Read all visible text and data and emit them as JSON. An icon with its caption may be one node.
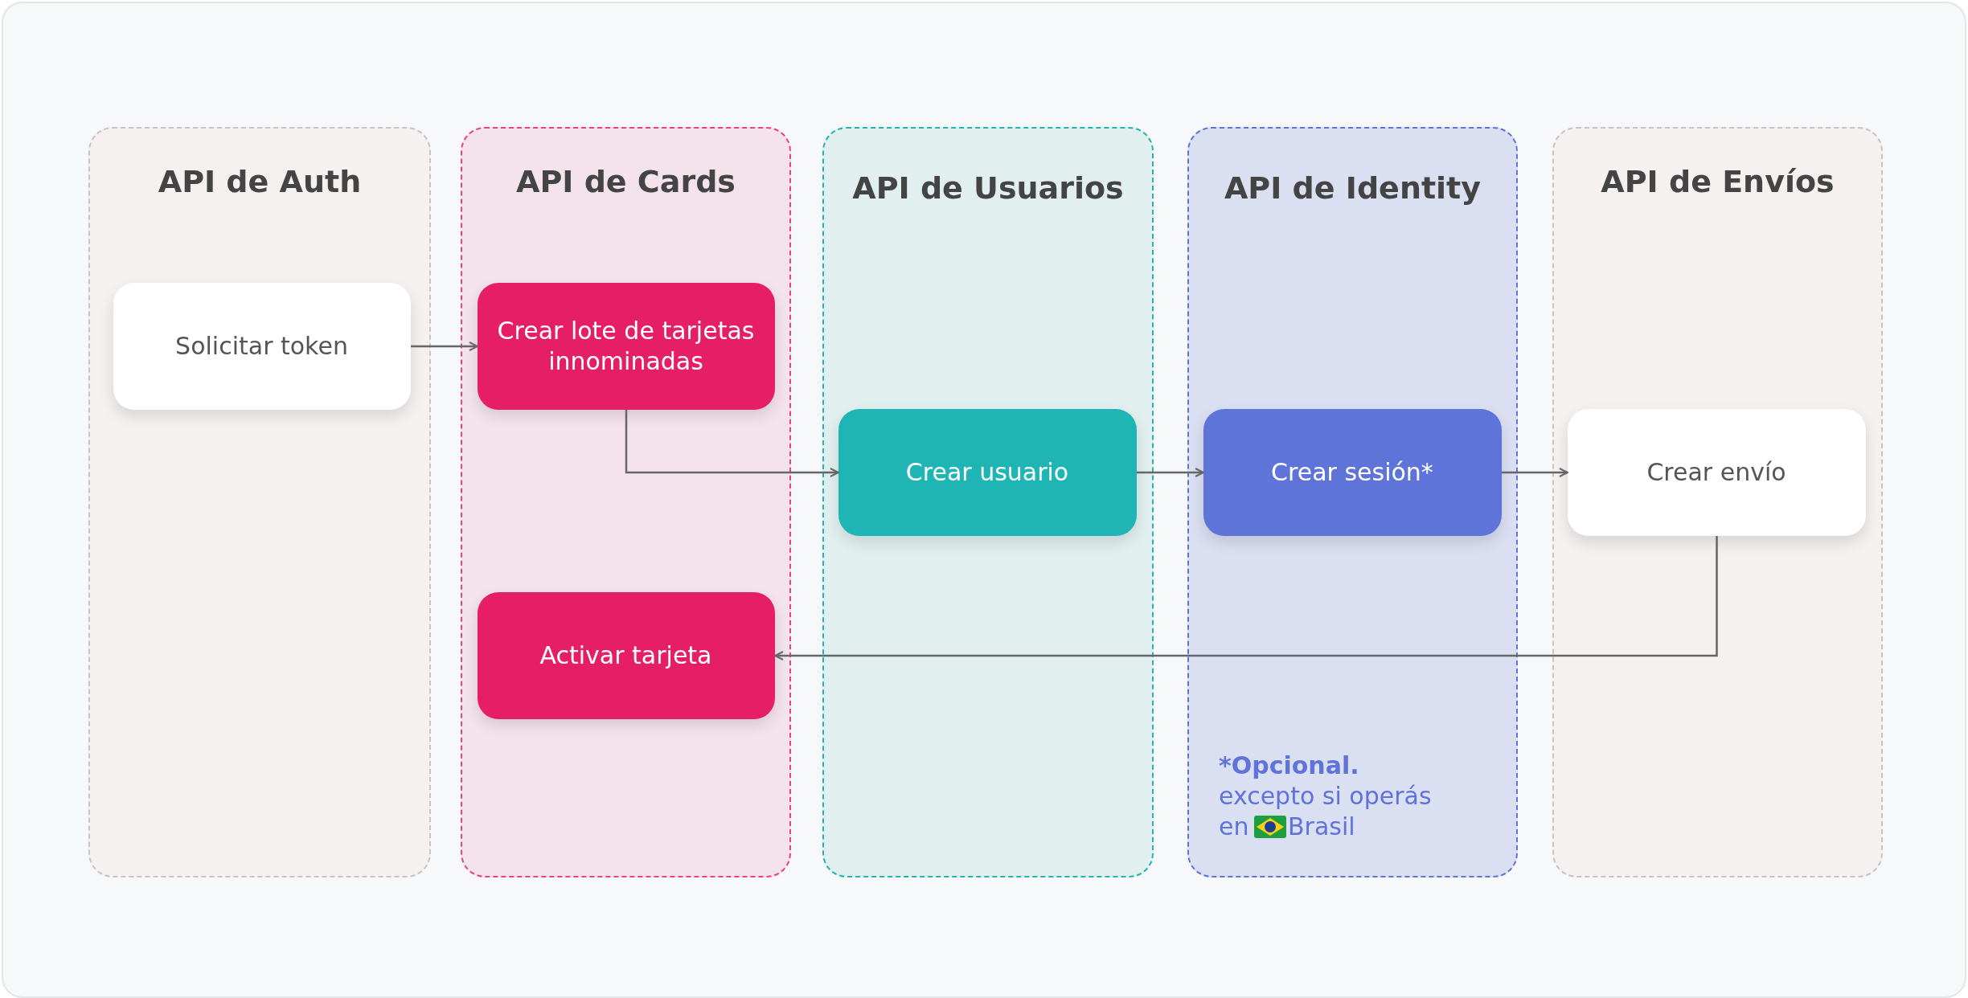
{
  "diagram": {
    "nodes": [
      {
        "text": [
          "API de Auth"
        ]
      },
      {
        "text": [
          "Solicitar token"
        ],
        "in": 0
      },
      {
        "text": [
          "API de Cards"
        ]
      },
      {
        "text": [
          "Crear lote de tarjetas innominadas"
        ],
        "in": 2
      },
      {
        "text": [
          "Activar tarjeta"
        ],
        "in": 2
      },
      {
        "text": [
          "API de Usuarios"
        ]
      },
      {
        "text": [
          "Crear usuario"
        ],
        "in": 5
      },
      {
        "text": [
          "API de Identity"
        ]
      },
      {
        "text": [
          "Crear sesión*"
        ],
        "in": 7
      },
      {
        "text": [
          "API de Envíos"
        ]
      },
      {
        "text": [
          "Crear envío"
        ],
        "in": 9
      }
    ],
    "edges": [
      {
        "from": 1,
        "to": 3,
        "arrow": "to"
      },
      {
        "from": 3,
        "to": 6,
        "arrow": "to"
      },
      {
        "from": 6,
        "to": 8,
        "arrow": "to"
      },
      {
        "from": 8,
        "to": 10,
        "arrow": "to"
      },
      {
        "from": 10,
        "to": 4,
        "arrow": "to"
      }
    ],
    "labels": [
      "*Opcional.",
      "excepto si operás",
      "en",
      "Brasil"
    ]
  }
}
